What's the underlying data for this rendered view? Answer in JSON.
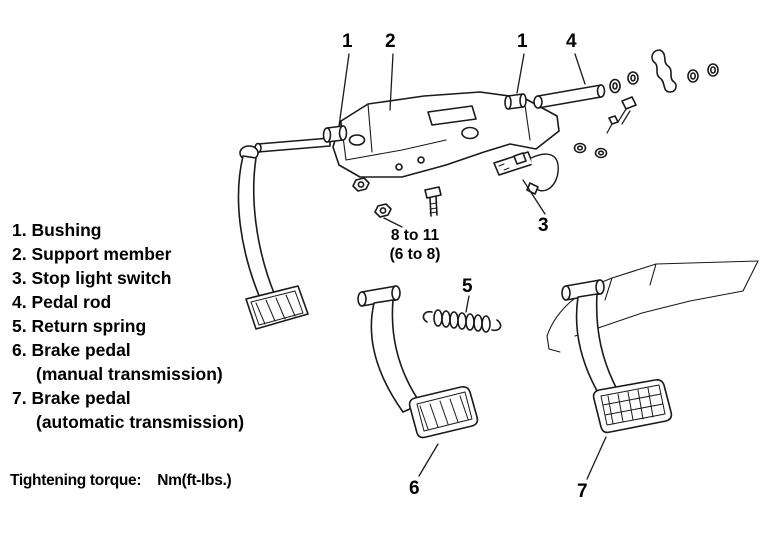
{
  "diagram": {
    "description": "Brake pedal assembly exploded view",
    "callouts": [
      {
        "label": "1"
      },
      {
        "label": "2"
      },
      {
        "label": "1"
      },
      {
        "label": "4"
      },
      {
        "label": "3"
      },
      {
        "label": "5"
      },
      {
        "label": "6"
      },
      {
        "label": "7"
      }
    ],
    "torque_note": {
      "value": "8 to 11",
      "alt": "(6 to 8)"
    }
  },
  "parts_list": {
    "items": [
      "1. Bushing",
      "2. Support member",
      "3. Stop light switch",
      "4. Pedal rod",
      "5. Return spring",
      "6. Brake pedal",
      "(manual transmission)",
      "7. Brake pedal",
      "(automatic transmission)"
    ]
  },
  "footer": {
    "label": "Tightening torque:",
    "units": "Nm(ft-lbs.)"
  }
}
